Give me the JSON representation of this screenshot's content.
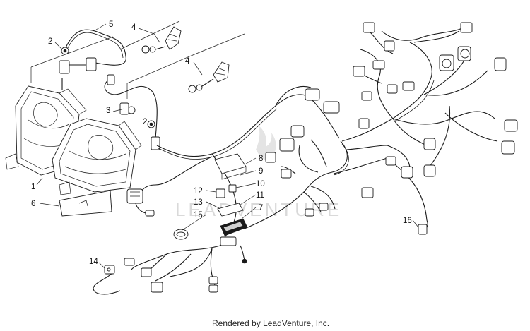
{
  "callouts": [
    {
      "id": "c1",
      "label": "1"
    },
    {
      "id": "c2a",
      "label": "2"
    },
    {
      "id": "c2b",
      "label": "2"
    },
    {
      "id": "c3",
      "label": "3"
    },
    {
      "id": "c4a",
      "label": "4"
    },
    {
      "id": "c4b",
      "label": "4"
    },
    {
      "id": "c5",
      "label": "5"
    },
    {
      "id": "c6",
      "label": "6"
    },
    {
      "id": "c7",
      "label": "7"
    },
    {
      "id": "c8",
      "label": "8"
    },
    {
      "id": "c9",
      "label": "9"
    },
    {
      "id": "c10",
      "label": "10"
    },
    {
      "id": "c11",
      "label": "11"
    },
    {
      "id": "c12",
      "label": "12"
    },
    {
      "id": "c13",
      "label": "13"
    },
    {
      "id": "c14",
      "label": "14"
    },
    {
      "id": "c15",
      "label": "15"
    },
    {
      "id": "c16",
      "label": "16"
    }
  ],
  "watermark": "LEADVENTURE",
  "footer": "Rendered by LeadVenture, Inc."
}
